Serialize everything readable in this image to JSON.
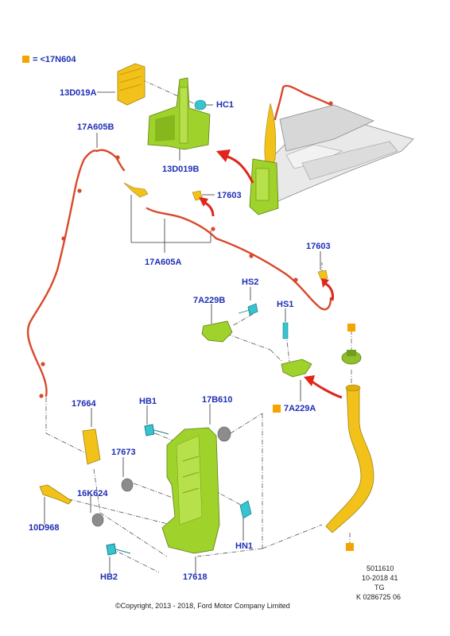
{
  "legend": {
    "swatch_color": "#f5a300",
    "text": "= <17N604"
  },
  "colors": {
    "callout_blue": "#1f2fb5",
    "hose_red": "#d9482b",
    "part_green": "#9fd22a",
    "part_yellow": "#f2c21b",
    "fastener_cyan": "#36c4d0",
    "grommet_gray": "#8c8c8c",
    "arrow_red": "#e0251b"
  },
  "callouts": {
    "c13D019A": "13D019A",
    "hc1": "HC1",
    "c13D019B": "13D019B",
    "c17A605B": "17A605B",
    "c17603_a": "17603",
    "c17A605A": "17A605A",
    "c17603_b": "17603",
    "hs2": "HS2",
    "c7A229B": "7A229B",
    "hs1": "HS1",
    "c7A229A": "7A229A",
    "c17664": "17664",
    "hb1": "HB1",
    "c17B610": "17B610",
    "c17673": "17673",
    "c16K624": "16K624",
    "c10D968": "10D968",
    "hn1": "HN1",
    "hb2": "HB2",
    "c17618": "17618"
  },
  "meta": {
    "line1": "5011610",
    "line2": "10-2018 41",
    "line3": "TG",
    "line4": "K 0286725 06",
    "copyright": "©Copyright, 2013 - 2018, Ford Motor Company Limited"
  },
  "icons": {
    "legend_square": "orange-square-icon",
    "marker_square": "orange-square-icon"
  }
}
